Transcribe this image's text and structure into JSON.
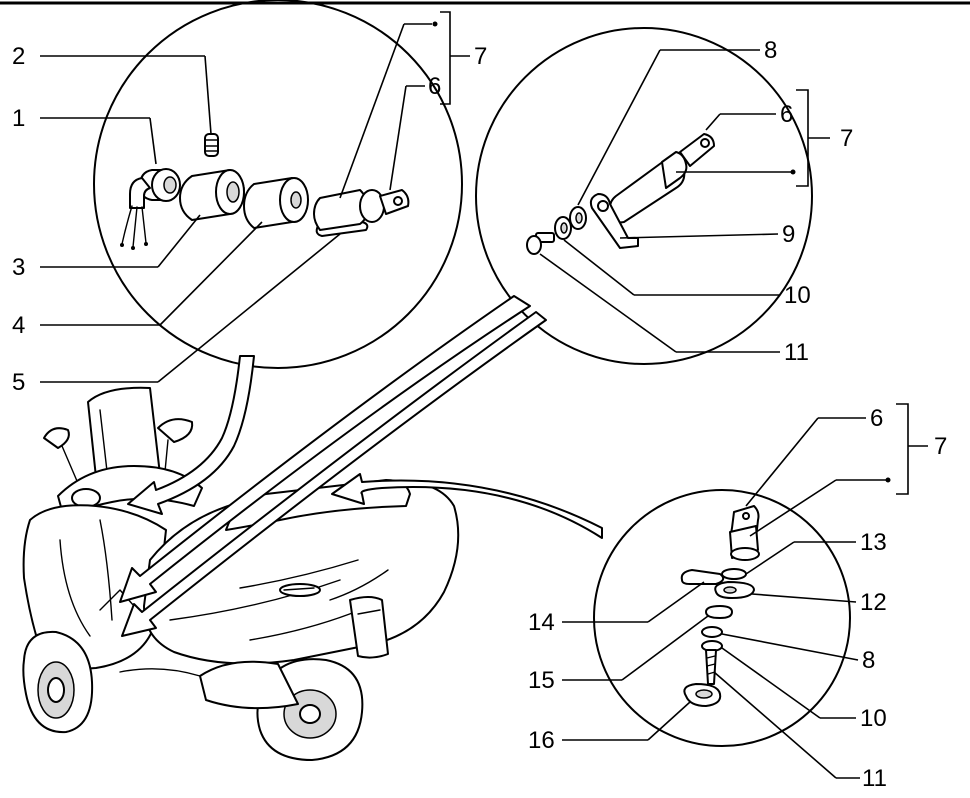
{
  "figure": {
    "kind": "exploded parts diagram",
    "subject": "scooter lock set (ignition lock, seat lock, fuel/storage lock)"
  },
  "callouts": {
    "ignition": {
      "n1": "1",
      "n2": "2",
      "n3": "3",
      "n4": "4",
      "n5": "5",
      "n6": "6",
      "n7": "7"
    },
    "seat": {
      "n6": "6",
      "n7": "7",
      "n8": "8",
      "n9": "9",
      "n10": "10",
      "n11": "11"
    },
    "storage": {
      "n6": "6",
      "n7": "7",
      "n8": "8",
      "n10": "10",
      "n11": "11",
      "n12": "12",
      "n13": "13",
      "n14": "14",
      "n15": "15",
      "n16": "16"
    }
  }
}
